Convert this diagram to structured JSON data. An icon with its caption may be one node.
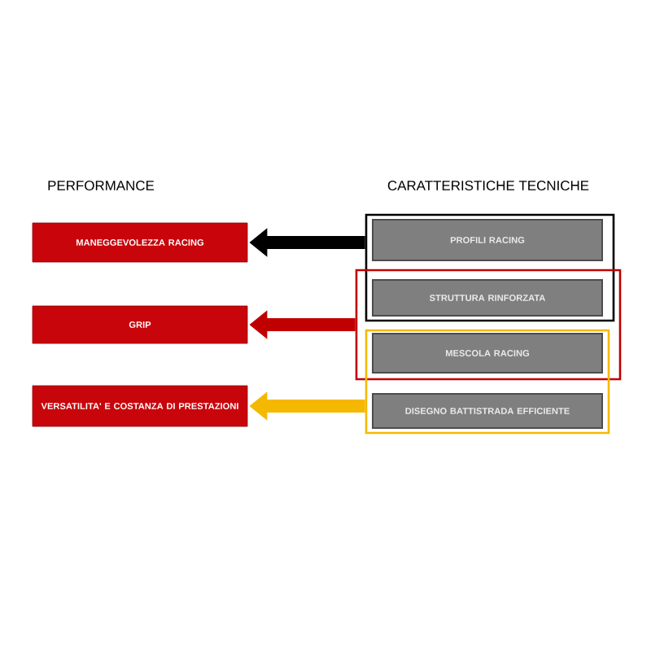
{
  "diagram": {
    "nodes": [
      {
        "text": [
          "MANEGGEVOLEZZA RACING"
        ]
      },
      {
        "text": [
          "GRIP"
        ]
      },
      {
        "text": [
          "VERSATILITA' E COSTANZA DI PRESTAZIONI"
        ]
      },
      {
        "text": [],
        "shape": "box"
      },
      {
        "text": [
          "PROFILI RACING"
        ],
        "in": 3
      },
      {
        "text": [],
        "shape": "box"
      },
      {
        "text": [
          "STRUTTURA RINFORZATA"
        ]
      },
      {
        "text": [],
        "shape": "box"
      },
      {
        "text": [
          "MESCOLA RACING"
        ]
      },
      {
        "text": [
          "DISEGNO BATTISTRADA EFFICIENTE"
        ],
        "in": 7
      }
    ],
    "edges": [
      {
        "from": 3,
        "to": 0,
        "arrow": "to",
        "color": "#000000"
      },
      {
        "from": 5,
        "to": 1,
        "arrow": "to",
        "color": "#c00000"
      },
      {
        "from": 7,
        "to": 2,
        "arrow": "to",
        "color": "#f5b800"
      }
    ],
    "labels": [
      "PERFORMANCE",
      "CARATTERISTICHE TECNICHE"
    ]
  }
}
